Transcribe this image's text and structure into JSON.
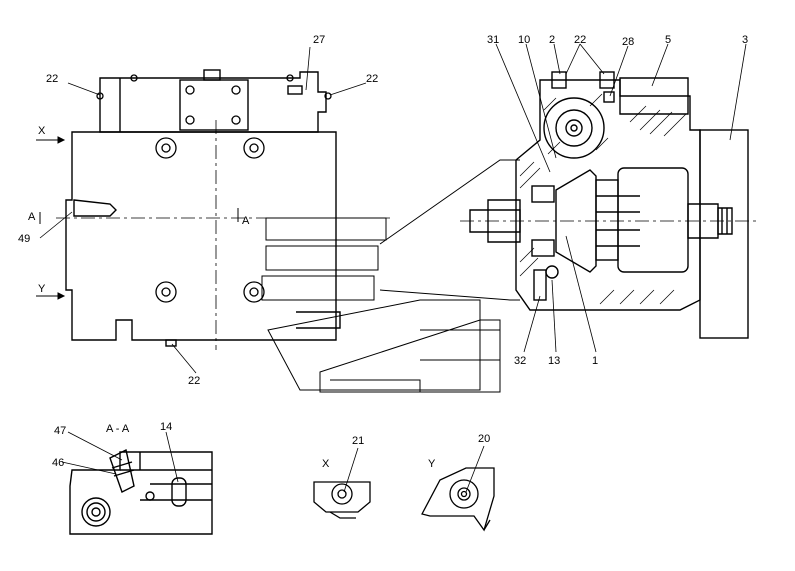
{
  "callouts": {
    "c27": "27",
    "c22_tl": "22",
    "c22_tr": "22",
    "c22_b": "22",
    "c49": "49",
    "c31": "31",
    "c10": "10",
    "c2": "2",
    "c22_r": "22",
    "c28": "28",
    "c5": "5",
    "c3": "3",
    "c32": "32",
    "c13": "13",
    "c1": "1",
    "c47": "47",
    "c46": "46",
    "c14": "14",
    "c21": "21",
    "c20": "20"
  },
  "view_marks": {
    "x_arrow": "X",
    "y_arrow": "Y",
    "a_left": "A",
    "a_right": "A",
    "section_title": "A - A",
    "view_x": "X",
    "view_y": "Y"
  }
}
